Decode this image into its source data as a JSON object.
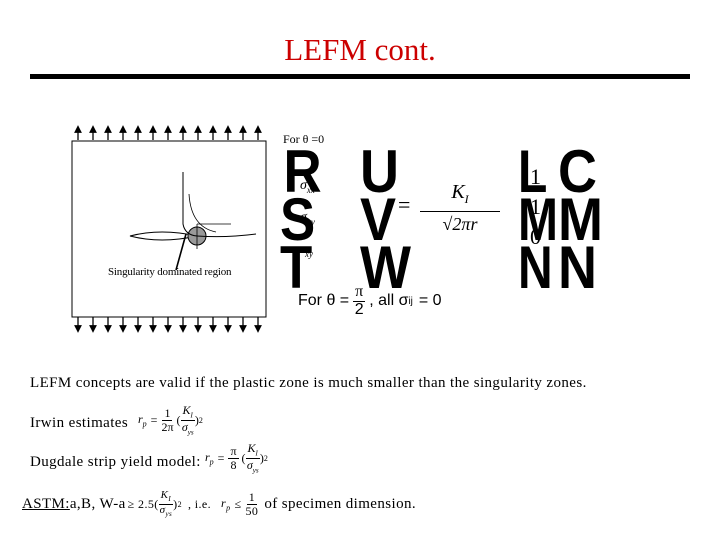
{
  "slide": {
    "title": "LEFM cont.",
    "title_color": "#cc0000"
  },
  "figure": {
    "theta_label": "For θ =0",
    "singularity_label": "Singularity dominated region"
  },
  "equations": {
    "stress_components": [
      "σ",
      "xx",
      "σ",
      "yy",
      "τ",
      "xy"
    ],
    "equals": "=",
    "K": "K",
    "K_sub": "I",
    "sqrt_denominator": "√2πr",
    "bracket_values": [
      "1",
      "1",
      "0"
    ],
    "theta_condition_prefix": "For θ =",
    "theta_num": "π",
    "theta_den": "2",
    "theta_condition_suffix": ", all σ",
    "sigma_sub": "ij",
    "theta_condition_result": "= 0"
  },
  "text": {
    "lefm_concepts": "LEFM concepts are valid if the plastic zone is  much smaller than the singularity zones.",
    "irwin_label": "Irwin estimates",
    "dugdale_label": "Dugdale strip yield model:",
    "astm_label": "ASTM:",
    "astm_vars": " a,B, W-a ",
    "astm_ge": "≥ 2.5",
    "astm_ie": ", i.e.",
    "astm_tail": "of specimen dimension."
  },
  "formulas": {
    "rp": "r",
    "rp_sub": "p",
    "irwin_num": "1",
    "irwin_den": "2π",
    "dugdale_num": "π",
    "dugdale_den": "8",
    "sigma_ys": "σ",
    "ys": "ys",
    "astm_num": "1",
    "astm_den": "50",
    "square": "2"
  }
}
